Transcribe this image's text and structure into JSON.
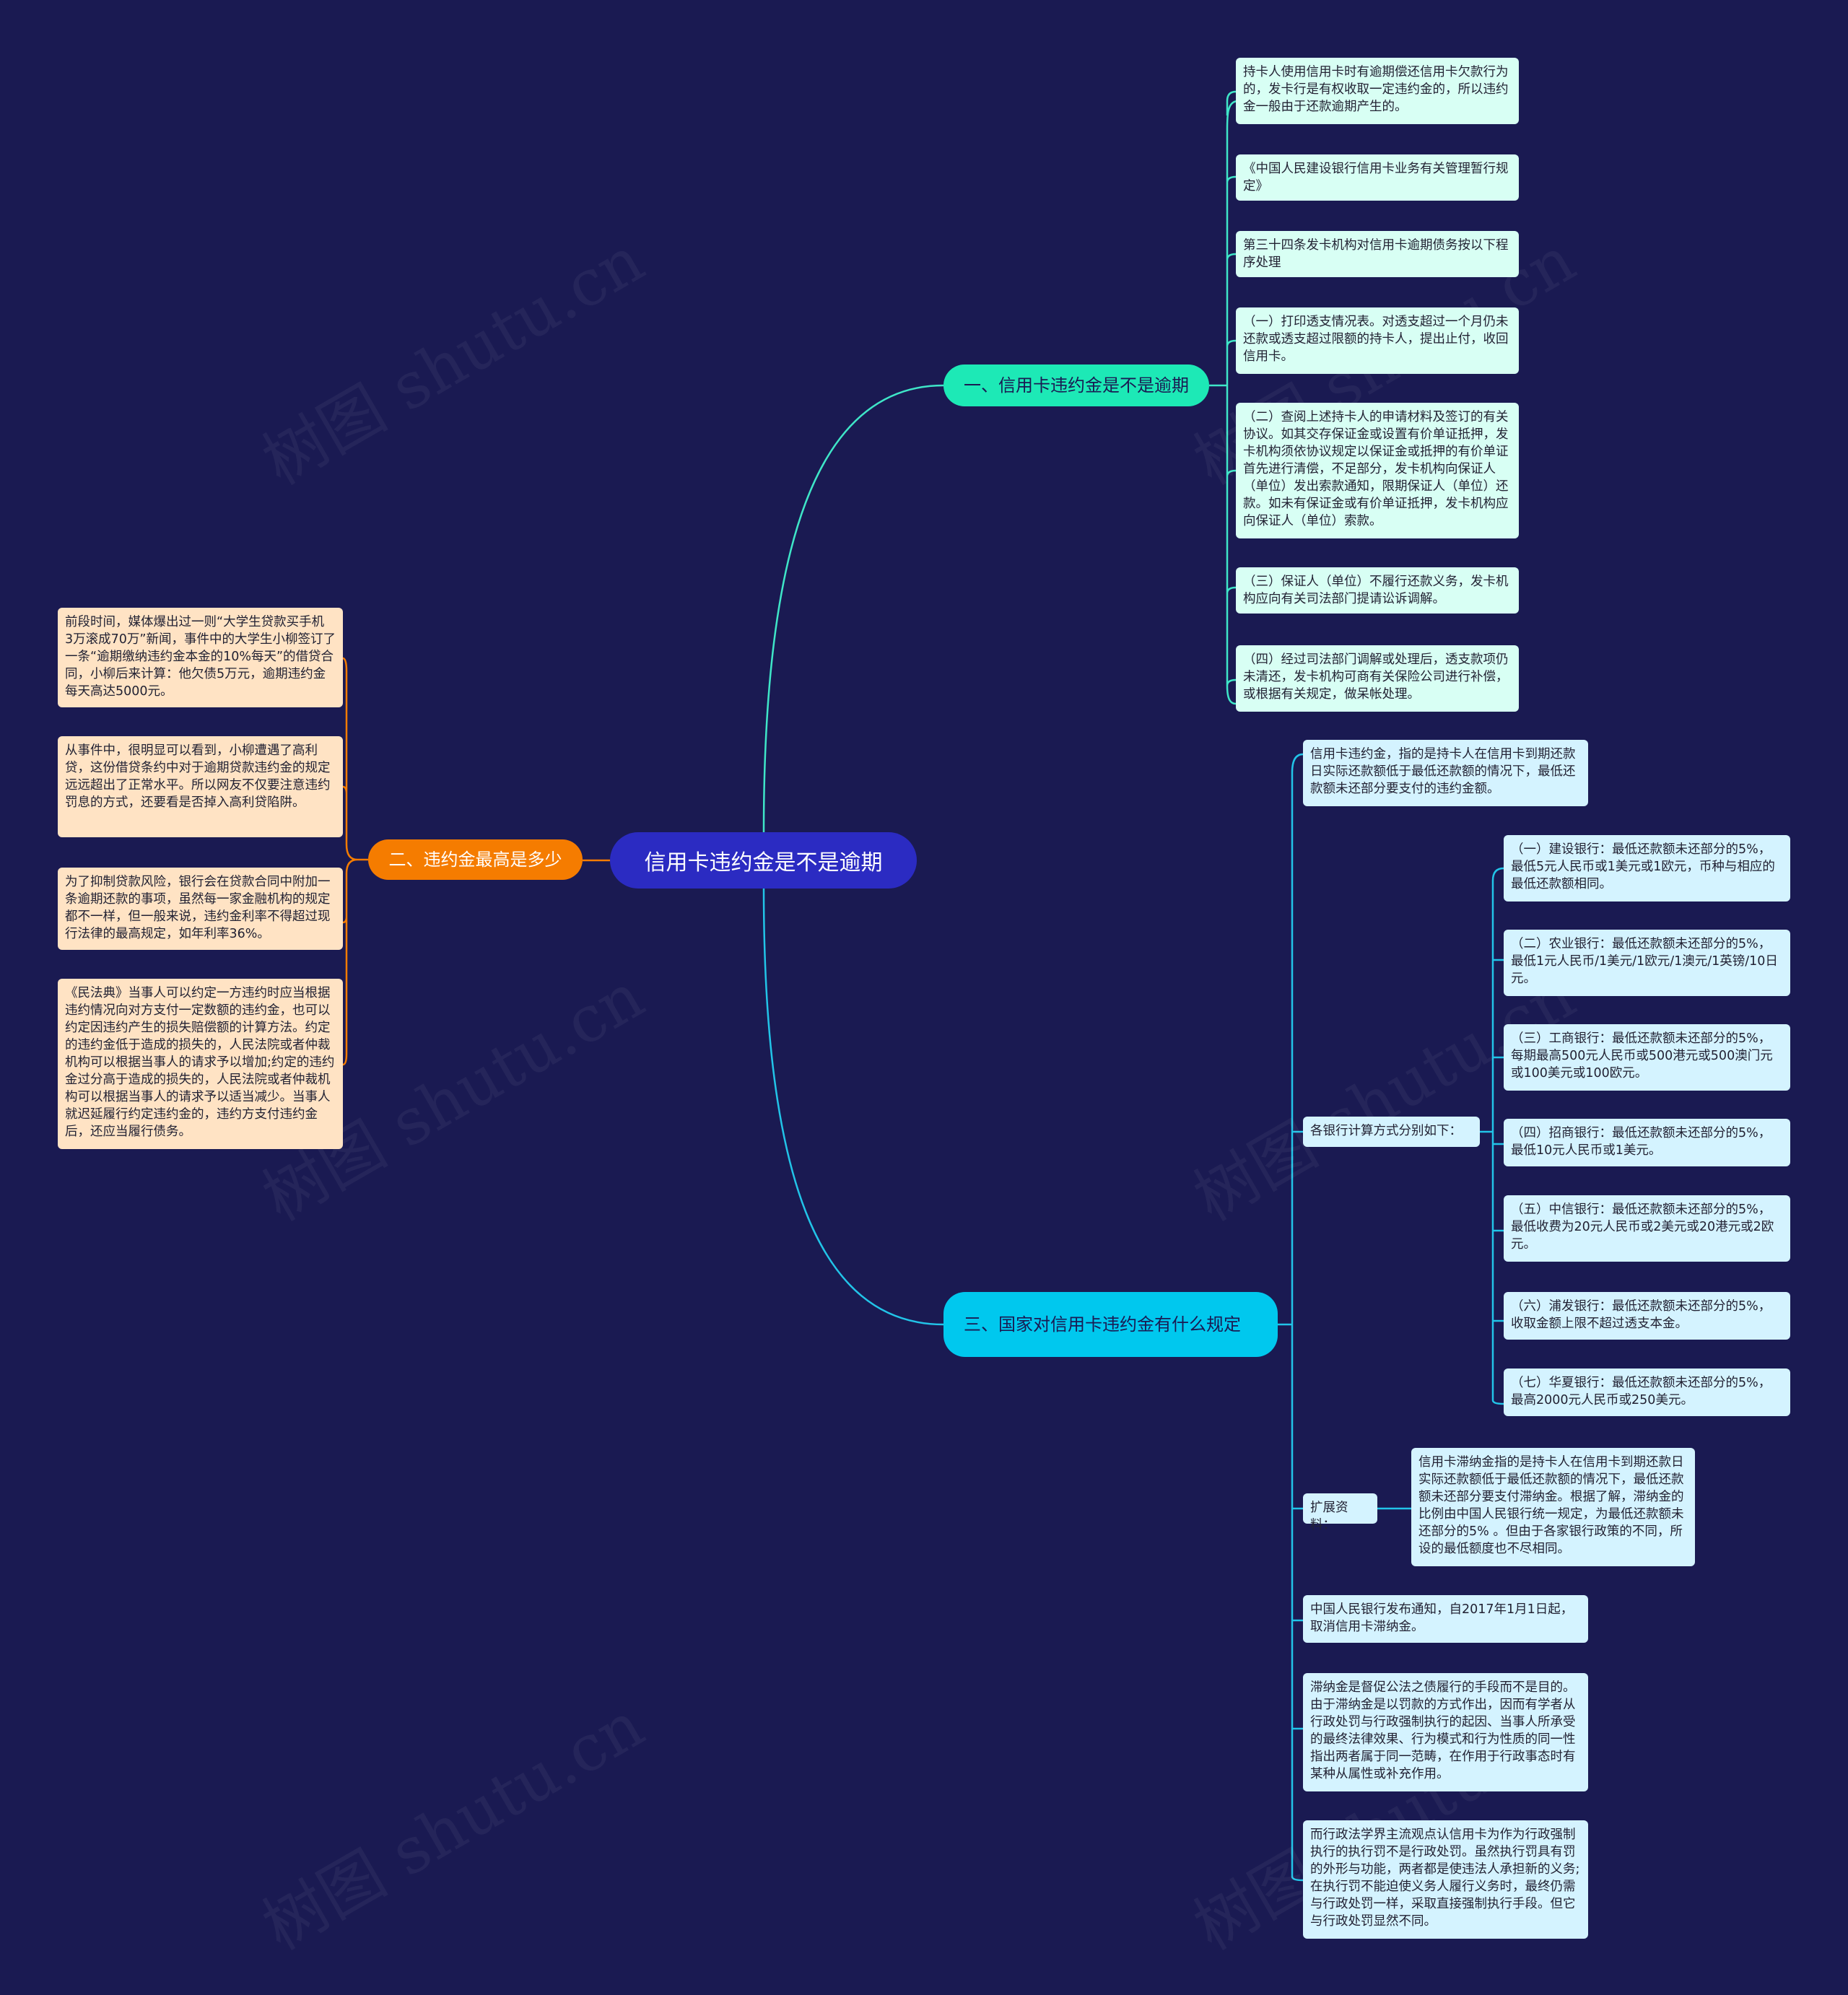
{
  "root": "信用卡违约金是不是逾期",
  "watermark": "树图 shutu.cn",
  "colors": {
    "background": "#1a1a52",
    "root": "#2b2bc2",
    "branch1": "#1de9b6",
    "branch2": "#f57c00",
    "branch3": "#00c8ee",
    "line1": "#3fe6c8",
    "line2": "#f57c00",
    "line3": "#22c4e8"
  },
  "branch1": {
    "title": "一、信用卡违约金是不是逾期",
    "items": [
      "持卡人使用信用卡时有逾期偿还信用卡欠款行为的，发卡行是有权收取一定违约金的，所以违约金一般由于还款逾期产生的。",
      "《中国人民建设银行信用卡业务有关管理暂行规定》",
      "第三十四条发卡机构对信用卡逾期债务按以下程序处理",
      "（一）打印透支情况表。对透支超过一个月仍未还款或透支超过限额的持卡人，提出止付，收回信用卡。",
      "（二）查阅上述持卡人的申请材料及签订的有关协议。如其交存保证金或设置有价单证抵押，发卡机构须依协议规定以保证金或抵押的有价单证首先进行清偿，不足部分，发卡机构向保证人（单位）发出索款通知，限期保证人（单位）还款。如未有保证金或有价单证抵押，发卡机构应向保证人（单位）索款。",
      "（三）保证人（单位）不履行还款义务，发卡机构应向有关司法部门提请讼诉调解。",
      "（四）经过司法部门调解或处理后，透支款项仍未清还，发卡机构可商有关保险公司进行补偿，或根据有关规定，做呆帐处理。"
    ]
  },
  "branch2": {
    "title": "二、违约金最高是多少",
    "items": [
      "前段时间，媒体爆出过一则“大学生贷款买手机 3万滚成70万”新闻，事件中的大学生小柳签订了一条“逾期缴纳违约金本金的10%每天”的借贷合同，小柳后来计算：他欠债5万元，逾期违约金每天高达5000元。",
      "从事件中，很明显可以看到，小柳遭遇了高利贷，这份借贷条约中对于逾期贷款违约金的规定远远超出了正常水平。所以网友不仅要注意违约罚息的方式，还要看是否掉入高利贷陷阱。",
      "为了抑制贷款风险，银行会在贷款合同中附加一条逾期还款的事项，虽然每一家金融机构的规定都不一样，但一般来说，违约金利率不得超过现行法律的最高规定，如年利率36%。",
      "《民法典》当事人可以约定一方违约时应当根据违约情况向对方支付一定数额的违约金，也可以约定因违约产生的损失赔偿额的计算方法。约定的违约金低于造成的损失的，人民法院或者仲裁机构可以根据当事人的请求予以增加;约定的违约金过分高于造成的损失的，人民法院或者仲裁机构可以根据当事人的请求予以适当减少。当事人就迟延履行约定违约金的，违约方支付违约金后，还应当履行债务。"
    ]
  },
  "branch3": {
    "title": "三、国家对信用卡违约金有什么规定",
    "definition": "信用卡违约金，指的是持卡人在信用卡到期还款日实际还款额低于最低还款额的情况下，最低还款额未还部分要支付的违约金额。",
    "banks_label": "各银行计算方式分别如下：",
    "banks": [
      "（一）建设银行：最低还款额未还部分的5%，最低5元人民币或1美元或1欧元，币种与相应的最低还款额相同。",
      "（二）农业银行：最低还款额未还部分的5%，最低1元人民币/1美元/1欧元/1澳元/1英镑/10日元。",
      "（三）工商银行：最低还款额未还部分的5%，每期最高500元人民币或500港元或500澳门元或100美元或100欧元。",
      "（四）招商银行：最低还款额未还部分的5%，最低10元人民币或1美元。",
      "（五）中信银行：最低还款额未还部分的5%，最低收费为20元人民币或2美元或20港元或2欧元。",
      "（六）浦发银行：最低还款额未还部分的5%，收取金额上限不超过透支本金。",
      "（七）华夏银行：最低还款额未还部分的5%，最高2000元人民币或250美元。"
    ],
    "ext_label": "扩展资料：",
    "ext_text": "信用卡滞纳金指的是持卡人在信用卡到期还款日实际还款额低于最低还款额的情况下，最低还款额未还部分要支付滞纳金。根据了解，滞纳金的比例由中国人民银行统一规定，为最低还款额未还部分的5% 。但由于各家银行政策的不同，所设的最低额度也不尽相同。",
    "notice": "中国人民银行发布通知，自2017年1月1日起，取消信用卡滞纳金。",
    "note1": "滞纳金是督促公法之债履行的手段而不是目的。由于滞纳金是以罚款的方式作出，因而有学者从行政处罚与行政强制执行的起因、当事人所承受的最终法律效果、行为模式和行为性质的同一性指出两者属于同一范畴，在作用于行政事态时有某种从属性或补充作用。",
    "note2": "而行政法学界主流观点认信用卡为作为行政强制执行的执行罚不是行政处罚。虽然执行罚具有罚的外形与功能，两者都是使违法人承担新的义务;在执行罚不能迫使义务人履行义务时，最终仍需与行政处罚一样，采取直接强制执行手段。但它与行政处罚显然不同。"
  }
}
